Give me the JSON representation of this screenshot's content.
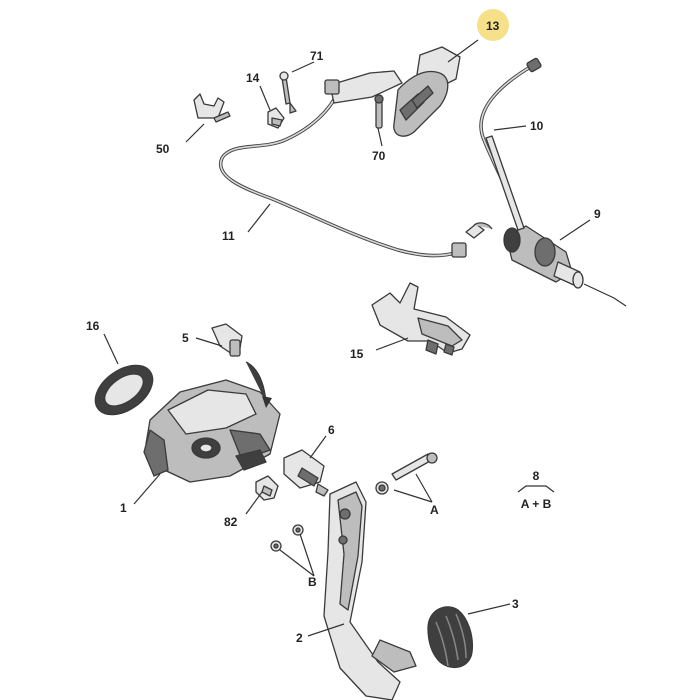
{
  "callouts": [
    {
      "id": "13",
      "text": "13",
      "highlight_color": "#f6e08a"
    },
    {
      "id": "71",
      "text": "71"
    },
    {
      "id": "14",
      "text": "14"
    },
    {
      "id": "50",
      "text": "50"
    },
    {
      "id": "70",
      "text": "70"
    },
    {
      "id": "10",
      "text": "10"
    },
    {
      "id": "11",
      "text": "11"
    },
    {
      "id": "9",
      "text": "9"
    },
    {
      "id": "15",
      "text": "15"
    },
    {
      "id": "16",
      "text": "16"
    },
    {
      "id": "5",
      "text": "5"
    },
    {
      "id": "6",
      "text": "6"
    },
    {
      "id": "1",
      "text": "1"
    },
    {
      "id": "82",
      "text": "82"
    },
    {
      "id": "A",
      "text": "A"
    },
    {
      "id": "B",
      "text": "B"
    },
    {
      "id": "2",
      "text": "2"
    },
    {
      "id": "3",
      "text": "3"
    }
  ],
  "legend": {
    "top": "8",
    "bottom": "A + B"
  }
}
